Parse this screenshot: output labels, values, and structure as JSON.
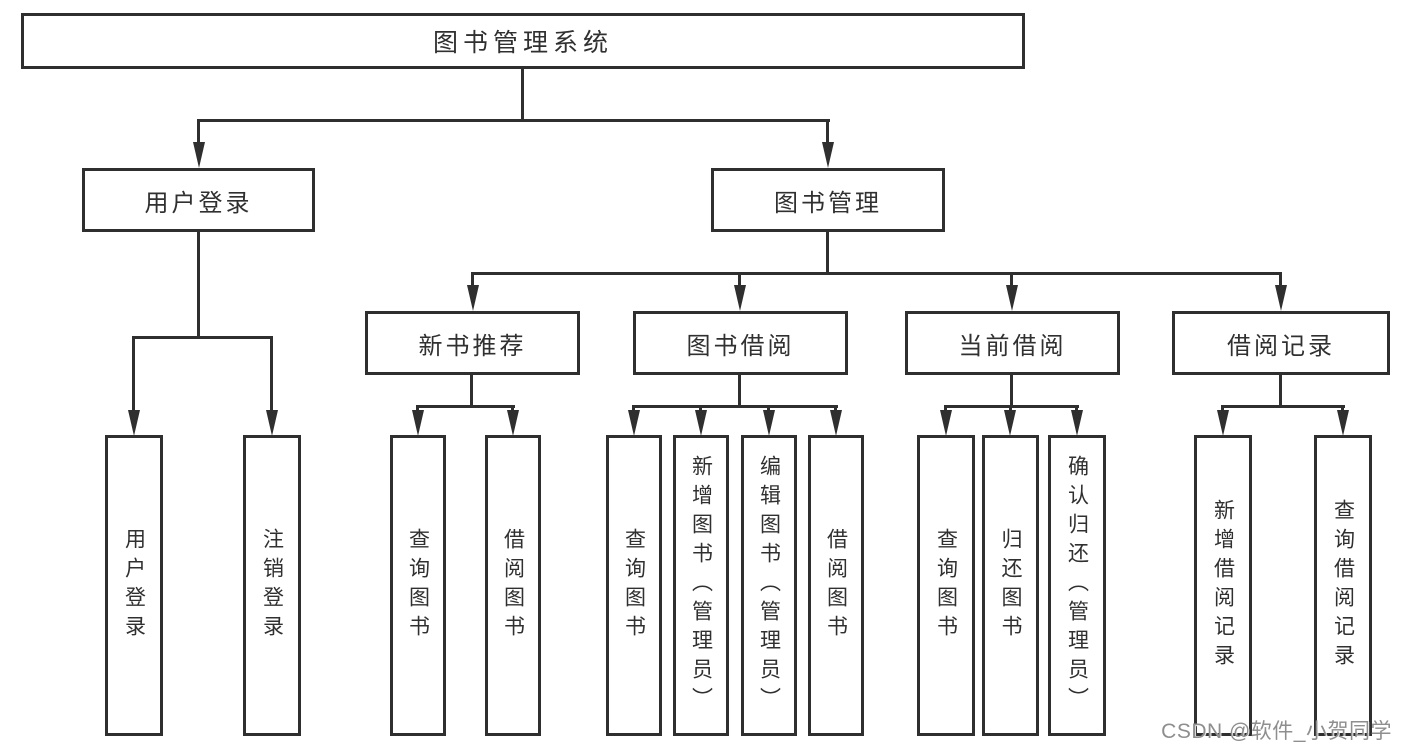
{
  "tree": {
    "root": {
      "label": "图书管理系统"
    },
    "branches": [
      {
        "label": "用户登录",
        "children": [
          {
            "label": "用户登录"
          },
          {
            "label": "注销登录"
          }
        ]
      },
      {
        "label": "图书管理",
        "children": [
          {
            "label": "新书推荐",
            "children": [
              {
                "label": "查询图书"
              },
              {
                "label": "借阅图书"
              }
            ]
          },
          {
            "label": "图书借阅",
            "children": [
              {
                "label": "查询图书"
              },
              {
                "label": "新增图书（管理员）"
              },
              {
                "label": "编辑图书（管理员）"
              },
              {
                "label": "借阅图书"
              }
            ]
          },
          {
            "label": "当前借阅",
            "children": [
              {
                "label": "查询图书"
              },
              {
                "label": "归还图书"
              },
              {
                "label": "确认归还（管理员）"
              }
            ]
          },
          {
            "label": "借阅记录",
            "children": [
              {
                "label": "新增借阅记录"
              },
              {
                "label": "查询借阅记录"
              }
            ]
          }
        ]
      }
    ]
  },
  "watermark": {
    "text": "CSDN @软件_小贺同学"
  },
  "colors": {
    "line": "#2f2f2f",
    "text": "#303030",
    "watermark": "#8e8e8e",
    "background": "#ffffff"
  }
}
